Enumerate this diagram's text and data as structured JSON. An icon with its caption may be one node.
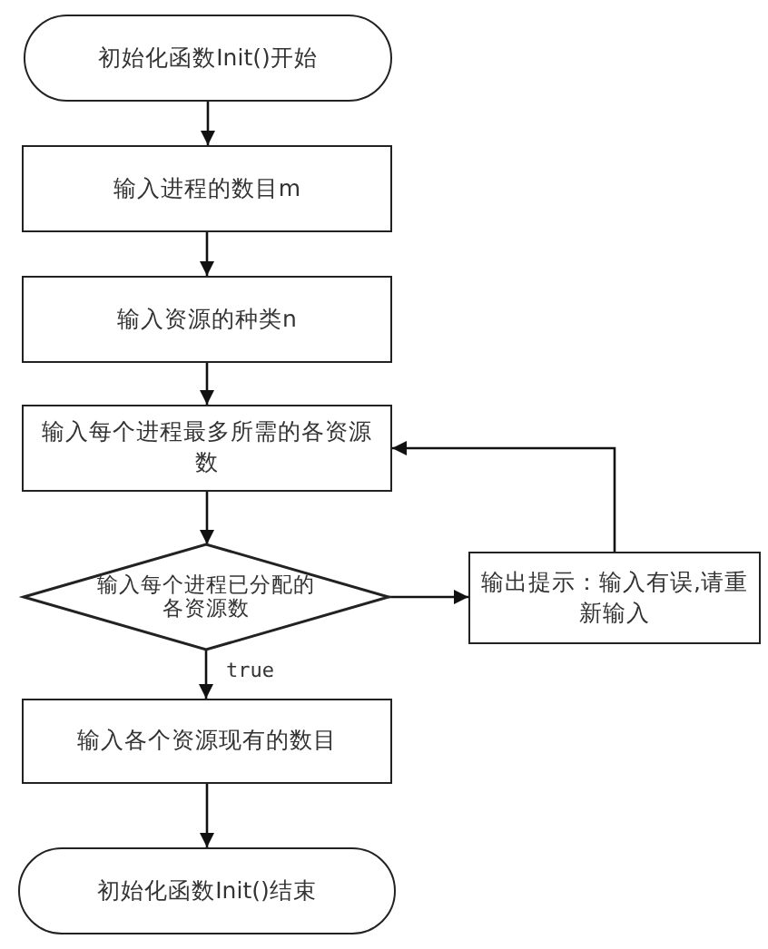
{
  "diagram": {
    "nodes": [
      {
        "text": [
          "初始化函数Init()开始"
        ]
      },
      {
        "text": [
          "输入进程的数目m"
        ]
      },
      {
        "text": [
          "输入资源的种类n"
        ]
      },
      {
        "text": [
          "输入每个进程最多所需的各资源数"
        ]
      },
      {
        "text": [
          "输入每个进程已分配的各资源数"
        ]
      },
      {
        "text": [
          "输出提示：输入有误,请重新输入"
        ]
      },
      {
        "text": [
          "输入各个资源现有的数目"
        ]
      },
      {
        "text": [
          "初始化函数Init()结束"
        ]
      }
    ],
    "edges": [
      {
        "from": 0,
        "to": 1,
        "arrow": "to"
      },
      {
        "from": 1,
        "to": 2,
        "arrow": "to"
      },
      {
        "from": 2,
        "to": 3,
        "arrow": "to"
      },
      {
        "from": 3,
        "to": 4,
        "arrow": "to"
      },
      {
        "from": 4,
        "to": 6,
        "arrow": "to",
        "label": "true"
      },
      {
        "from": 6,
        "to": 7,
        "arrow": "to"
      },
      {
        "from": 4,
        "to": 5,
        "arrow": "to"
      },
      {
        "from": 5,
        "to": 3,
        "arrow": "to"
      }
    ]
  }
}
